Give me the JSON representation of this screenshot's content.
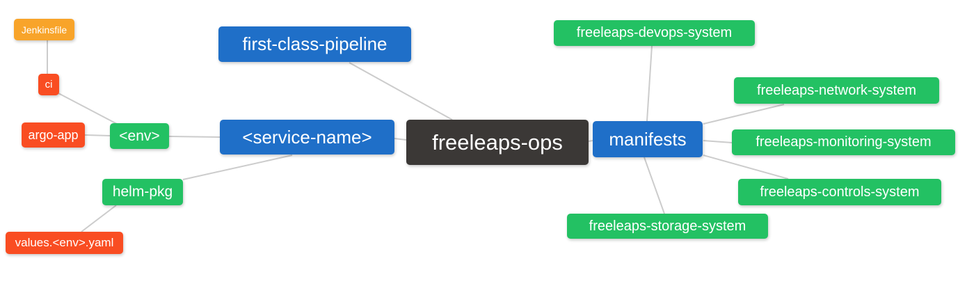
{
  "colors": {
    "root_bg": "#3b3836",
    "branch_blue": "#1f6fc8",
    "sub_green": "#23c163",
    "leaf_red": "#f94d22",
    "leaf_orange": "#f8a42a",
    "edge": "#cccccc",
    "node_text": "#ffffff"
  },
  "nodes": {
    "root": {
      "label": "freeleaps-ops"
    },
    "first_class_pipeline": {
      "label": "first-class-pipeline"
    },
    "service_name": {
      "label": "<service-name>"
    },
    "env": {
      "label": "<env>"
    },
    "ci": {
      "label": "ci"
    },
    "jenkinsfile": {
      "label": "Jenkinsfile"
    },
    "argo_app": {
      "label": "argo-app"
    },
    "helm_pkg": {
      "label": "helm-pkg"
    },
    "values_yaml": {
      "label": "values.<env>.yaml"
    },
    "manifests": {
      "label": "manifests"
    },
    "devops_system": {
      "label": "freeleaps-devops-system"
    },
    "network_system": {
      "label": "freeleaps-network-system"
    },
    "monitoring_system": {
      "label": "freeleaps-monitoring-system"
    },
    "controls_system": {
      "label": "freeleaps-controls-system"
    },
    "storage_system": {
      "label": "freeleaps-storage-system"
    }
  }
}
